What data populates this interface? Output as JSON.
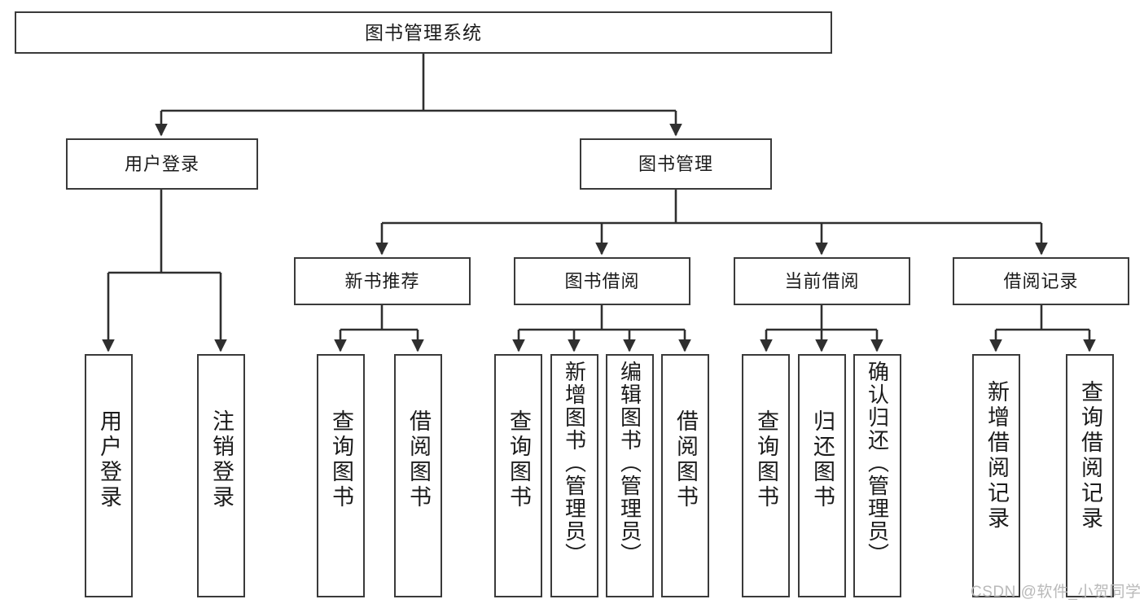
{
  "diagram": {
    "title": "图书管理系统",
    "type": "hierarchy-tree",
    "root": {
      "id": "root",
      "label": "图书管理系统"
    },
    "level2": [
      {
        "id": "user-login",
        "label": "用户登录"
      },
      {
        "id": "book-manage",
        "label": "图书管理"
      }
    ],
    "level3": [
      {
        "id": "new-book-rec",
        "label": "新书推荐"
      },
      {
        "id": "book-borrow",
        "label": "图书借阅"
      },
      {
        "id": "current-borrow",
        "label": "当前借阅"
      },
      {
        "id": "borrow-record",
        "label": "借阅记录"
      }
    ],
    "leaves": {
      "user_login": [
        {
          "id": "leaf-user-login",
          "label": "用户登录"
        },
        {
          "id": "leaf-logout-login",
          "label": "注销登录"
        }
      ],
      "new_book_rec": [
        {
          "id": "leaf-query-book-1",
          "label": "查询图书"
        },
        {
          "id": "leaf-borrow-book-1",
          "label": "借阅图书"
        }
      ],
      "book_borrow": [
        {
          "id": "leaf-query-book-2",
          "label": "查询图书"
        },
        {
          "id": "leaf-add-book",
          "label": "新增图书（管理员）"
        },
        {
          "id": "leaf-edit-book",
          "label": "编辑图书（管理员）"
        },
        {
          "id": "leaf-borrow-book-2",
          "label": "借阅图书"
        }
      ],
      "current_borrow": [
        {
          "id": "leaf-query-book-3",
          "label": "查询图书"
        },
        {
          "id": "leaf-return-book",
          "label": "归还图书"
        },
        {
          "id": "leaf-confirm-return",
          "label": "确认归还（管理员）"
        }
      ],
      "borrow_record": [
        {
          "id": "leaf-add-record",
          "label": "新增借阅记录"
        },
        {
          "id": "leaf-query-record",
          "label": "查询借阅记录"
        }
      ]
    }
  },
  "watermark": {
    "text": "CSDN @软件_小贺同学"
  },
  "colors": {
    "stroke": "#3a3a3a",
    "background": "#ffffff",
    "text": "#1b1b1b",
    "watermark": "#b9b9b9"
  }
}
